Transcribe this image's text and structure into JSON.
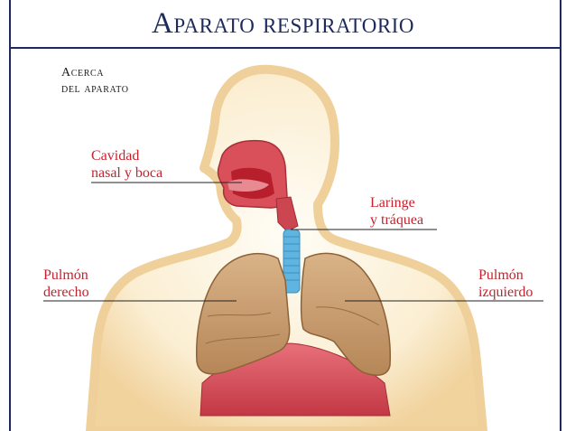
{
  "title": "Aparato respiratorio",
  "subtitle_line1": "Acerca",
  "subtitle_line2": "del aparato",
  "labels": {
    "nasal_1": "Cavidad",
    "nasal_2": "nasal y boca",
    "laringe_1": "Laringe",
    "laringe_2": "y tráquea",
    "pulmon_derecho_1": "Pulmón",
    "pulmon_derecho_2": "derecho",
    "pulmon_izquierdo_1": "Pulmón",
    "pulmon_izquierdo_2": "izquierdo"
  },
  "colors": {
    "title": "#1d2a5c",
    "label": "#c4222c",
    "body_outline": "#f4d9a8",
    "lung": "#c49a6b",
    "trachea": "#5fb4e0",
    "diaphragm": "#d9505a"
  }
}
